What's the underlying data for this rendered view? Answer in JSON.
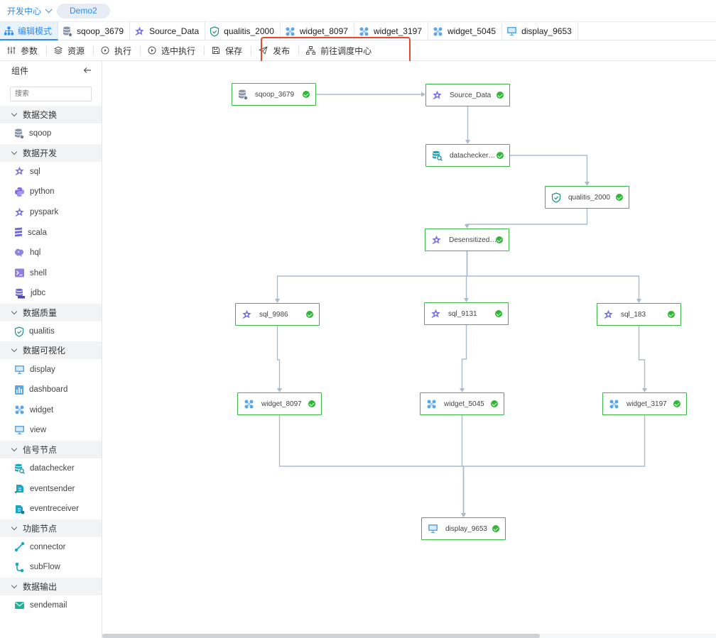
{
  "topbar": {
    "project_label": "开发中心",
    "workspace_tag": "Demo2"
  },
  "tabs": [
    {
      "label": "编辑模式",
      "icon": "sitemap-icon",
      "active": true
    },
    {
      "label": "sqoop_3679",
      "icon": "database-icon"
    },
    {
      "label": "Source_Data",
      "icon": "spark-star-icon"
    },
    {
      "label": "qualitis_2000",
      "icon": "shield-check-icon"
    },
    {
      "label": "widget_8097",
      "icon": "widget-icon"
    },
    {
      "label": "widget_3197",
      "icon": "widget-icon"
    },
    {
      "label": "widget_5045",
      "icon": "widget-icon"
    },
    {
      "label": "display_9653",
      "icon": "monitor-icon"
    }
  ],
  "toolbar": {
    "params": "参数",
    "resources": "资源",
    "run": "执行",
    "run_selected": "选中执行",
    "save": "保存",
    "publish": "发布",
    "goto_scheduler": "前往调度中心"
  },
  "sidebar": {
    "title": "组件",
    "search_placeholder": "搜索",
    "groups": [
      {
        "label": "数据交换",
        "items": [
          {
            "label": "sqoop",
            "icon": "database-icon"
          }
        ]
      },
      {
        "label": "数据开发",
        "items": [
          {
            "label": "sql",
            "icon": "spark-star-icon"
          },
          {
            "label": "python",
            "icon": "python-icon"
          },
          {
            "label": "pyspark",
            "icon": "spark-star-icon"
          },
          {
            "label": "scala",
            "icon": "scala-icon"
          },
          {
            "label": "hql",
            "icon": "hql-icon"
          },
          {
            "label": "shell",
            "icon": "shell-icon"
          },
          {
            "label": "jdbc",
            "icon": "jdbc-icon"
          }
        ]
      },
      {
        "label": "数据质量",
        "items": [
          {
            "label": "qualitis",
            "icon": "shield-check-icon"
          }
        ]
      },
      {
        "label": "数据可视化",
        "items": [
          {
            "label": "display",
            "icon": "monitor-icon"
          },
          {
            "label": "dashboard",
            "icon": "dashboard-icon"
          },
          {
            "label": "widget",
            "icon": "widget-icon"
          },
          {
            "label": "view",
            "icon": "monitor-icon"
          }
        ]
      },
      {
        "label": "信号节点",
        "items": [
          {
            "label": "datachecker",
            "icon": "datachecker-icon"
          },
          {
            "label": "eventsender",
            "icon": "event-sender-icon"
          },
          {
            "label": "eventreceiver",
            "icon": "event-receiver-icon"
          }
        ]
      },
      {
        "label": "功能节点",
        "items": [
          {
            "label": "connector",
            "icon": "connector-icon"
          },
          {
            "label": "subFlow",
            "icon": "subflow-icon"
          }
        ]
      },
      {
        "label": "数据输出",
        "items": [
          {
            "label": "sendemail",
            "icon": "email-icon"
          }
        ]
      }
    ]
  },
  "workflow": {
    "nodes": [
      {
        "id": "sqoop_3679",
        "label": "sqoop_3679",
        "icon": "database-icon",
        "status": "success"
      },
      {
        "id": "Source_Data",
        "label": "Source_Data",
        "icon": "spark-star-icon",
        "status": "success"
      },
      {
        "id": "datachecker",
        "label": "datachecker…",
        "icon": "datachecker-icon",
        "status": "success"
      },
      {
        "id": "qualitis_2000",
        "label": "qualitis_2000",
        "icon": "shield-check-icon",
        "status": "success"
      },
      {
        "id": "Desensitized",
        "label": "Desensitized…",
        "icon": "spark-star-icon",
        "status": "success"
      },
      {
        "id": "sql_9986",
        "label": "sql_9986",
        "icon": "spark-star-icon",
        "status": "success"
      },
      {
        "id": "sql_9131",
        "label": "sql_9131",
        "icon": "spark-star-icon",
        "status": "success"
      },
      {
        "id": "sql_183",
        "label": "sql_183",
        "icon": "spark-star-icon",
        "status": "success"
      },
      {
        "id": "widget_8097",
        "label": "widget_8097",
        "icon": "widget-icon",
        "status": "success"
      },
      {
        "id": "widget_5045",
        "label": "widget_5045",
        "icon": "widget-icon",
        "status": "success"
      },
      {
        "id": "widget_3197",
        "label": "widget_3197",
        "icon": "widget-icon",
        "status": "success"
      },
      {
        "id": "display_9653",
        "label": "display_9653",
        "icon": "monitor-icon",
        "status": "success"
      }
    ],
    "edges": [
      [
        "sqoop_3679",
        "Source_Data"
      ],
      [
        "Source_Data",
        "datachecker"
      ],
      [
        "datachecker",
        "qualitis_2000"
      ],
      [
        "qualitis_2000",
        "Desensitized"
      ],
      [
        "Desensitized",
        "sql_9986"
      ],
      [
        "Desensitized",
        "sql_9131"
      ],
      [
        "Desensitized",
        "sql_183"
      ],
      [
        "sql_9986",
        "widget_8097"
      ],
      [
        "sql_9131",
        "widget_5045"
      ],
      [
        "sql_183",
        "widget_3197"
      ],
      [
        "widget_8097",
        "display_9653"
      ],
      [
        "widget_5045",
        "display_9653"
      ],
      [
        "widget_3197",
        "display_9653"
      ]
    ]
  },
  "colors": {
    "accent": "#2d8cf0",
    "success": "#2fb837",
    "node_border": "#3fb64a",
    "highlight": "#e8472b",
    "edge": "#a9bbcf"
  }
}
